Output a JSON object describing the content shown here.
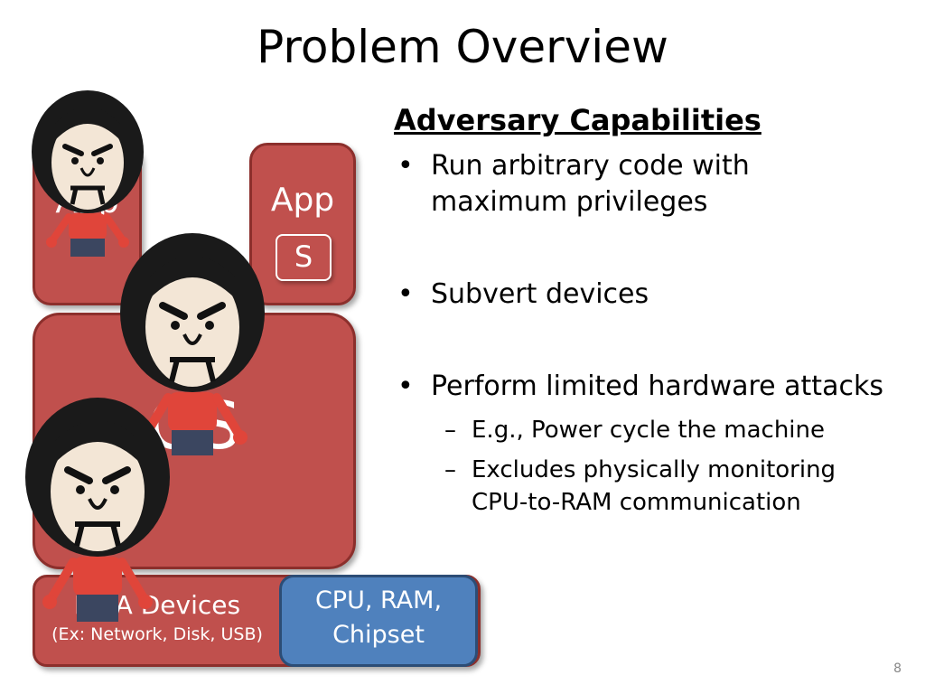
{
  "slide": {
    "title": "Problem Overview",
    "page_number": "8"
  },
  "stack": {
    "app1_label": "App",
    "app2_label": "App",
    "secure_label": "S",
    "os_label": "OS",
    "dma_label": "DMA Devices",
    "dma_sub": "(Ex: Network, Disk, USB)",
    "cpu_line1": "CPU, RAM,",
    "cpu_line2": "Chipset"
  },
  "capabilities": {
    "heading": "Adversary Capabilities",
    "bullet_glyph": "•",
    "dash_glyph": "–",
    "items": [
      "Run arbitrary code with maximum privileges",
      "Subvert devices",
      "Perform limited hardware attacks"
    ],
    "subitems": [
      "E.g., Power cycle the machine",
      "Excludes physically monitoring CPU-to-RAM communication"
    ]
  },
  "colors": {
    "box_red": "#c0504d",
    "box_blue": "#4f81bd",
    "avatar_shirt": "#e0453a",
    "avatar_hair": "#1a1a1a",
    "avatar_skin": "#f3e6d6"
  },
  "icons": [
    "adversary-avatar-icon"
  ]
}
